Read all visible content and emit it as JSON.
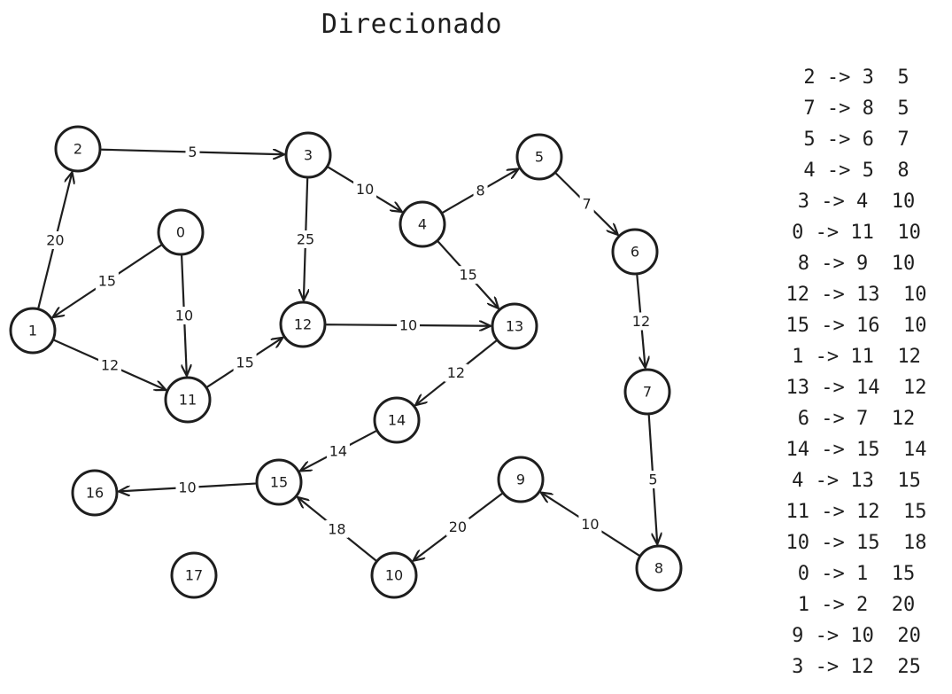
{
  "title": "Direcionado",
  "nodes": [
    {
      "id": "0"
    },
    {
      "id": "1"
    },
    {
      "id": "2"
    },
    {
      "id": "3"
    },
    {
      "id": "4"
    },
    {
      "id": "5"
    },
    {
      "id": "6"
    },
    {
      "id": "7"
    },
    {
      "id": "8"
    },
    {
      "id": "9"
    },
    {
      "id": "10"
    },
    {
      "id": "11"
    },
    {
      "id": "12"
    },
    {
      "id": "13"
    },
    {
      "id": "14"
    },
    {
      "id": "15"
    },
    {
      "id": "16"
    },
    {
      "id": "17"
    }
  ],
  "edges": [
    {
      "from": "2",
      "to": "3",
      "weight": "5"
    },
    {
      "from": "7",
      "to": "8",
      "weight": "5"
    },
    {
      "from": "5",
      "to": "6",
      "weight": "7"
    },
    {
      "from": "4",
      "to": "5",
      "weight": "8"
    },
    {
      "from": "3",
      "to": "4",
      "weight": "10"
    },
    {
      "from": "0",
      "to": "11",
      "weight": "10"
    },
    {
      "from": "8",
      "to": "9",
      "weight": "10"
    },
    {
      "from": "12",
      "to": "13",
      "weight": "10"
    },
    {
      "from": "15",
      "to": "16",
      "weight": "10"
    },
    {
      "from": "1",
      "to": "11",
      "weight": "12"
    },
    {
      "from": "13",
      "to": "14",
      "weight": "12"
    },
    {
      "from": "6",
      "to": "7",
      "weight": "12"
    },
    {
      "from": "14",
      "to": "15",
      "weight": "14"
    },
    {
      "from": "4",
      "to": "13",
      "weight": "15"
    },
    {
      "from": "11",
      "to": "12",
      "weight": "15"
    },
    {
      "from": "10",
      "to": "15",
      "weight": "18"
    },
    {
      "from": "0",
      "to": "1",
      "weight": "15"
    },
    {
      "from": "1",
      "to": "2",
      "weight": "20"
    },
    {
      "from": "9",
      "to": "10",
      "weight": "20"
    },
    {
      "from": "3",
      "to": "12",
      "weight": "25"
    }
  ],
  "edge_list": [
    "2 -> 3  5",
    "7 -> 8  5",
    "5 -> 6  7",
    "4 -> 5  8",
    "3 -> 4  10",
    "0 -> 11  10",
    "8 -> 9  10",
    "12 -> 13  10",
    "15 -> 16  10",
    "1 -> 11  12",
    "13 -> 14  12",
    "6 -> 7  12",
    "14 -> 15  14",
    "4 -> 13  15",
    "11 -> 12  15",
    "10 -> 15  18",
    "0 -> 1  15",
    "1 -> 2  20",
    "9 -> 10  20",
    "3 -> 12  25"
  ]
}
